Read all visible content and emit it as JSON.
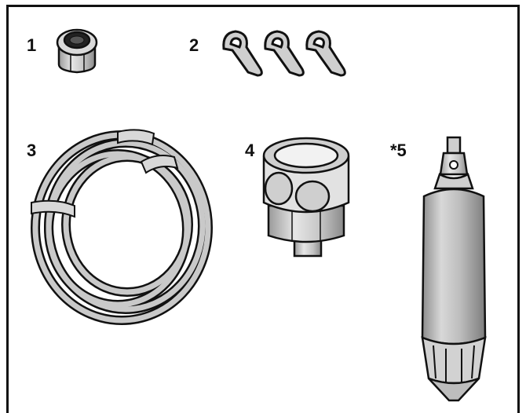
{
  "labels": {
    "p1": "1",
    "p2": "2",
    "p3": "3",
    "p4": "4",
    "p5": "*5"
  },
  "parts": [
    {
      "icon": "compression-nut-icon"
    },
    {
      "icon": "tube-clamps-icon"
    },
    {
      "icon": "coiled-tubing-icon"
    },
    {
      "icon": "adapter-fitting-icon"
    },
    {
      "icon": "water-filter-cartridge-icon"
    }
  ]
}
